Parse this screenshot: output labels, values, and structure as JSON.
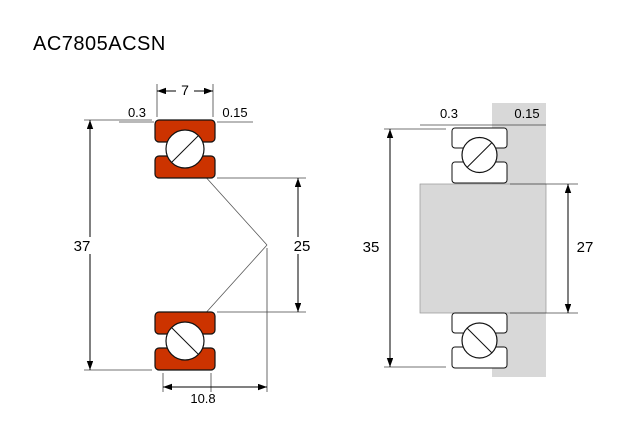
{
  "title": "AC7805ACSN",
  "colors": {
    "race_red": "#cc3300",
    "housing_gray": "#d8d8d8"
  },
  "left_view": {
    "width": "7",
    "outer_chamfer": "0.3",
    "inner_chamfer": "0.15",
    "outer_diameter": "37",
    "bore_reference": "25",
    "center_offset": "10.8"
  },
  "right_view": {
    "outer_chamfer": "0.3",
    "inner_chamfer": "0.15",
    "housing_abutment": "35",
    "shaft_abutment": "27"
  }
}
